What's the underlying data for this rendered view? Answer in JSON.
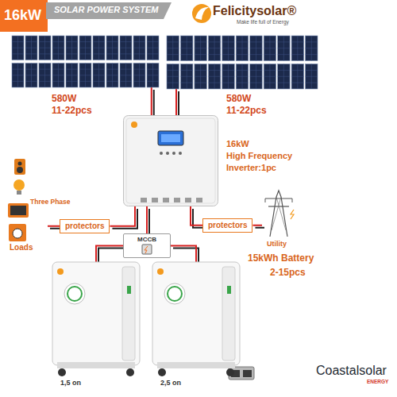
{
  "diagram": {
    "title": "SOLAR POWER SYSTEM",
    "nodes": [
      {
        "text": [
          "580W",
          "11-22pcs"
        ]
      },
      {
        "text": [
          "580W",
          "11-22pcs"
        ]
      },
      {
        "text": [
          "16kW",
          "High Frequency",
          "Inverter:1pc"
        ]
      },
      {
        "text": [
          "Three Phase",
          "Loads"
        ]
      },
      {
        "text": [
          "protectors"
        ]
      },
      {
        "text": [
          "protectors"
        ]
      },
      {
        "text": [
          "Utility"
        ]
      },
      {
        "text": [
          "MCCB"
        ]
      },
      {
        "text": [
          "1,5 on"
        ]
      },
      {
        "text": [
          "2,5 on"
        ]
      }
    ],
    "edges": [
      {
        "from": 0,
        "to": 2,
        "arrow": "none"
      },
      {
        "from": 1,
        "to": 2,
        "arrow": "none"
      },
      {
        "from": 3,
        "to": 4,
        "arrow": "none"
      },
      {
        "from": 4,
        "to": 2,
        "arrow": "none"
      },
      {
        "from": 2,
        "to": 5,
        "arrow": "none"
      },
      {
        "from": 5,
        "to": 6,
        "arrow": "none"
      },
      {
        "from": 2,
        "to": 7,
        "arrow": "none"
      },
      {
        "from": 7,
        "to": 8,
        "arrow": "none"
      },
      {
        "from": 7,
        "to": 9,
        "arrow": "none"
      }
    ],
    "labels": [
      "16kW",
      "Felicitysolar®",
      "Make life full of Energy",
      "15kWh Battery",
      "2-15pcs",
      "Coastalsolar",
      "ENERGY"
    ]
  }
}
